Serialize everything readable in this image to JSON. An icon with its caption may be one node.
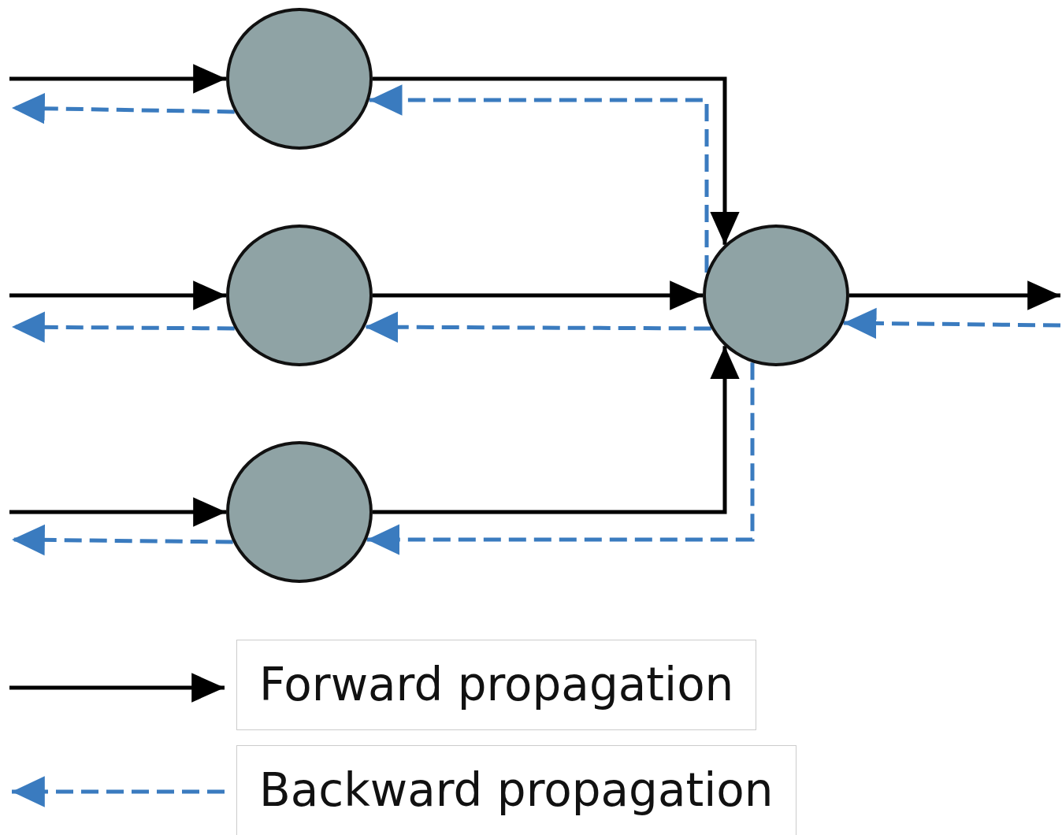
{
  "diagram": {
    "nodes": [
      {
        "text": [],
        "shape": "circle"
      },
      {
        "text": [],
        "shape": "circle"
      },
      {
        "text": [],
        "shape": "circle"
      },
      {
        "text": [],
        "shape": "circle"
      }
    ],
    "edges": [
      {
        "from": null,
        "to": 0,
        "arrow": "to"
      },
      {
        "from": 0,
        "to": null,
        "arrow": "to",
        "style": "dashed",
        "color": "#3a7bbf"
      },
      {
        "from": null,
        "to": 1,
        "arrow": "to"
      },
      {
        "from": 1,
        "to": null,
        "arrow": "to",
        "style": "dashed",
        "color": "#3a7bbf"
      },
      {
        "from": null,
        "to": 2,
        "arrow": "to"
      },
      {
        "from": 2,
        "to": null,
        "arrow": "to",
        "style": "dashed",
        "color": "#3a7bbf"
      },
      {
        "from": 0,
        "to": 3,
        "arrow": "to"
      },
      {
        "from": 3,
        "to": 0,
        "arrow": "to",
        "style": "dashed",
        "color": "#3a7bbf"
      },
      {
        "from": 1,
        "to": 3,
        "arrow": "to"
      },
      {
        "from": 3,
        "to": 1,
        "arrow": "to",
        "style": "dashed",
        "color": "#3a7bbf"
      },
      {
        "from": 2,
        "to": 3,
        "arrow": "to"
      },
      {
        "from": 3,
        "to": 2,
        "arrow": "to",
        "style": "dashed",
        "color": "#3a7bbf"
      },
      {
        "from": 3,
        "to": null,
        "arrow": "to"
      },
      {
        "from": null,
        "to": 3,
        "arrow": "to",
        "style": "dashed",
        "color": "#3a7bbf"
      }
    ],
    "legend": [
      {
        "text": "Forward propagation"
      },
      {
        "text": "Backward propagation"
      }
    ]
  }
}
